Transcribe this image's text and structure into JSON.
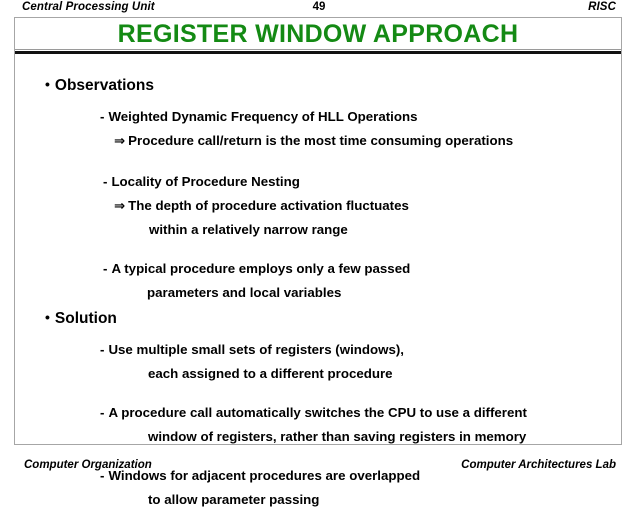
{
  "header": {
    "left": "Central Processing Unit",
    "page_number": "49",
    "right": "RISC"
  },
  "slide": {
    "title": "REGISTER  WINDOW  APPROACH",
    "title_color": "#148a14",
    "bullet_glyph": "•",
    "dash_glyph": "-",
    "arrow_glyph": "⇒",
    "sections": [
      {
        "heading": "Observations",
        "items": [
          {
            "kind": "dash",
            "text": "Weighted Dynamic Frequency of HLL Operations"
          },
          {
            "kind": "arrow",
            "text": "Procedure call/return is the most time consuming operations"
          },
          {
            "kind": "dash",
            "text": "Locality of Procedure Nesting"
          },
          {
            "kind": "arrow",
            "text": "The depth of procedure activation fluctuates"
          },
          {
            "kind": "cont",
            "text": "within a relatively narrow range"
          },
          {
            "kind": "dash",
            "text": "A typical procedure employs only a few passed"
          },
          {
            "kind": "cont",
            "text": "parameters and local variables"
          }
        ]
      },
      {
        "heading": "Solution",
        "items": [
          {
            "kind": "dash",
            "text": "Use multiple small sets of registers (windows),"
          },
          {
            "kind": "cont",
            "text": "each assigned to a different procedure"
          },
          {
            "kind": "dash",
            "text": "A procedure call automatically switches the CPU to use a different"
          },
          {
            "kind": "cont",
            "text": "window of registers, rather than saving registers in memory"
          },
          {
            "kind": "dash",
            "text": "Windows for adjacent procedures are overlapped"
          },
          {
            "kind": "cont",
            "text": "to allow parameter passing"
          }
        ]
      }
    ]
  },
  "footer": {
    "left": "Computer Organization",
    "right": "Computer Architectures Lab"
  }
}
